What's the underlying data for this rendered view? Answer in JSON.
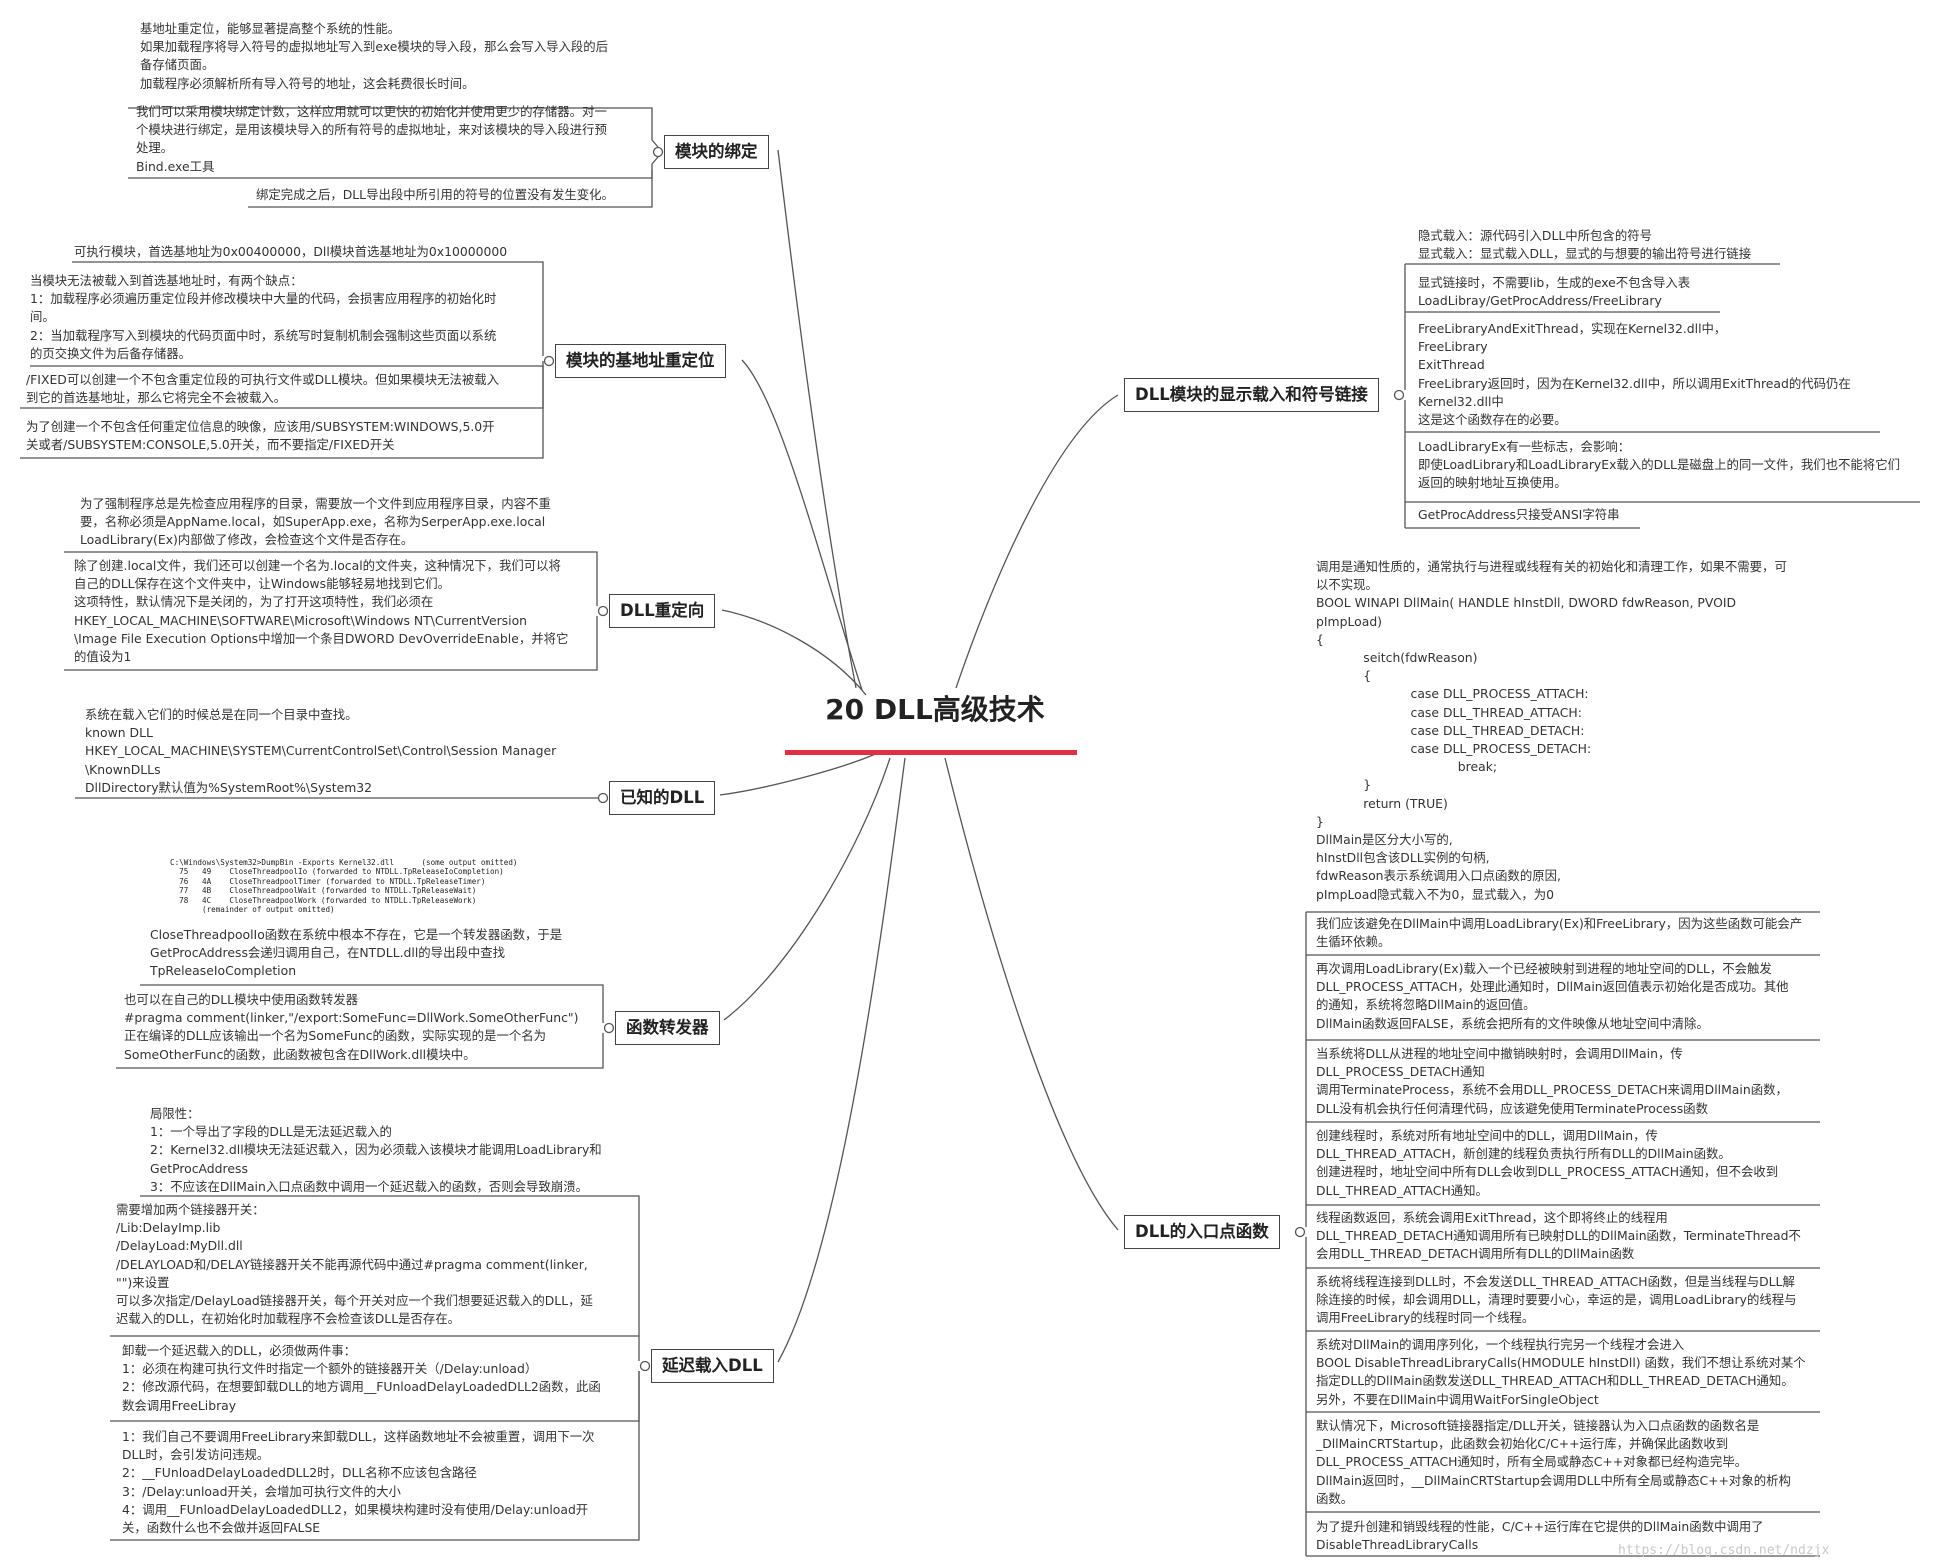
{
  "root": "20 DLL高级技术",
  "branches": {
    "binding": "模块的绑定",
    "rebase": "模块的基地址重定位",
    "redirect": "DLL重定向",
    "known": "已知的DLL",
    "forwarder": "函数转发器",
    "delay": "延迟载入DLL",
    "explicit": "DLL模块的显示载入和符号链接",
    "entry": "DLL的入口点函数"
  },
  "notes": {
    "binding": [
      "基地址重定位，能够显著提高整个系统的性能。\n如果加载程序将导入符号的虚拟地址写入到exe模块的导入段，那么会写入导入段的后\n备存储页面。\n加载程序必须解析所有导入符号的地址，这会耗费很长时间。",
      "我们可以采用模块绑定计数，这样应用就可以更快的初始化并使用更少的存储器。对一\n个模块进行绑定，是用该模块导入的所有符号的虚拟地址，来对该模块的导入段进行预\n处理。\nBind.exe工具",
      "绑定完成之后，DLL导出段中所引用的符号的位置没有发生变化。"
    ],
    "rebase": [
      "可执行模块，首选基地址为0x00400000，Dll模块首选基地址为0x10000000",
      "当模块无法被载入到首选基地址时，有两个缺点：\n1：加载程序必须遍历重定位段并修改模块中大量的代码，会损害应用程序的初始化时\n间。\n2：当加载程序写入到模块的代码页面中时，系统写时复制机制会强制这些页面以系统\n的页交换文件为后备存储器。",
      "/FIXED可以创建一个不包含重定位段的可执行文件或DLL模块。但如果模块无法被载入\n到它的首选基地址，那么它将完全不会被载入。",
      "为了创建一个不包含任何重定位信息的映像，应该用/SUBSYSTEM:WINDOWS,5.0开\n关或者/SUBSYSTEM:CONSOLE,5.0开关，而不要指定/FIXED开关"
    ],
    "redirect": [
      "为了强制程序总是先检查应用程序的目录，需要放一个文件到应用程序目录，内容不重\n要，名称必须是AppName.local，如SuperApp.exe，名称为SerperApp.exe.local\nLoadLibrary(Ex)内部做了修改，会检查这个文件是否存在。",
      "除了创建.local文件，我们还可以创建一个名为.local的文件夹，这种情况下，我们可以将\n自己的DLL保存在这个文件夹中，让Windows能够轻易地找到它们。\n这项特性，默认情况下是关闭的，为了打开这项特性，我们必须在\nHKEY_LOCAL_MACHINE\\SOFTWARE\\Microsoft\\Windows NT\\CurrentVersion\n\\Image File Execution Options中增加一个条目DWORD DevOverrideEnable，并将它\n的值设为1"
    ],
    "known": [
      "系统在载入它们的时候总是在同一个目录中查找。\nknown DLL\nHKEY_LOCAL_MACHINE\\SYSTEM\\CurrentControlSet\\Control\\Session Manager\n\\KnownDLLs\nDllDirectory默认值为%SystemRoot%\\System32"
    ],
    "forwarder": [
      "CloseThreadpoolIo函数在系统中根本不存在，它是一个转发器函数，于是\nGetProcAddress会递归调用自己，在NTDLL.dll的导出段中查找\nTpReleaseIoCompletion",
      "也可以在自己的DLL模块中使用函数转发器\n#pragma comment(linker,\"/export:SomeFunc=DllWork.SomeOtherFunc\")\n正在编译的DLL应该输出一个名为SomeFunc的函数，实际实现的是一个名为\nSomeOtherFunc的函数，此函数被包含在DllWork.dll模块中。"
    ],
    "forwarder_code": "C:\\Windows\\System32>DumpBin -Exports Kernel32.dll      (some output omitted)\n  75   49    CloseThreadpoolIo (forwarded to NTDLL.TpReleaseIoCompletion)\n  76   4A    CloseThreadpoolTimer (forwarded to NTDLL.TpReleaseTimer)\n  77   4B    CloseThreadpoolWait (forwarded to NTDLL.TpReleaseWait)\n  78   4C    CloseThreadpoolWork (forwarded to NTDLL.TpReleaseWork)\n       (remainder of output omitted)",
    "delay": [
      "局限性：\n1：一个导出了字段的DLL是无法延迟载入的\n2：Kernel32.dll模块无法延迟载入，因为必须载入该模块才能调用LoadLibrary和\nGetProcAddress\n3：不应该在DllMain入口点函数中调用一个延迟载入的函数，否则会导致崩溃。",
      "需要增加两个链接器开关：\n/Lib:DelayImp.lib\n/DelayLoad:MyDll.dll\n/DELAYLOAD和/DELAY链接器开关不能再源代码中通过#pragma comment(linker,\n\"\")来设置\n可以多次指定/DelayLoad链接器开关，每个开关对应一个我们想要延迟载入的DLL，延\n迟载入的DLL，在初始化时加载程序不会检查该DLL是否存在。",
      "卸载一个延迟载入的DLL，必须做两件事：\n1：必须在构建可执行文件时指定一个额外的链接器开关（/Delay:unload）\n2：修改源代码，在想要卸载DLL的地方调用__FUnloadDelayLoadedDLL2函数，此函\n数会调用FreeLibray",
      "1：我们自己不要调用FreeLibrary来卸载DLL，这样函数地址不会被重置，调用下一次\nDLL时，会引发访问违规。\n2：__FUnloadDelayLoadedDLL2时，DLL名称不应该包含路径\n3：/Delay:unload开关，会增加可执行文件的大小\n4：调用__FUnloadDelayLoadedDLL2，如果模块构建时没有使用/Delay:unload开\n关，函数什么也不会做并返回FALSE"
    ],
    "explicit": [
      "隐式载入：源代码引入DLL中所包含的符号\n显式载入：显式载入DLL，显式的与想要的输出符号进行链接",
      "显式链接时，不需要lib，生成的exe不包含导入表\nLoadLibray/GetProcAddress/FreeLibrary",
      "FreeLibraryAndExitThread，实现在Kernel32.dll中，\nFreeLibrary\nExitThread\nFreeLibrary返回时，因为在Kernel32.dll中，所以调用ExitThread的代码仍在\nKernel32.dll中\n这是这个函数存在的必要。",
      "LoadLibraryEx有一些标志，会影响：\n即使LoadLibrary和LoadLibraryEx载入的DLL是磁盘上的同一文件，我们也不能将它们\n返回的映射地址互换使用。",
      "GetProcAddress只接受ANSI字符串"
    ],
    "entry": [
      "调用是通知性质的，通常执行与进程或线程有关的初始化和清理工作，如果不需要，可\n以不实现。\nBOOL WINAPI DllMain( HANDLE hInstDll, DWORD fdwReason, PVOID\npImpLoad)\n{\n            seitch(fdwReason)\n            {\n                        case DLL_PROCESS_ATTACH:\n                        case DLL_THREAD_ATTACH:\n                        case DLL_THREAD_DETACH:\n                        case DLL_PROCESS_DETACH:\n                                    break;\n            }\n            return (TRUE)\n}\nDllMain是区分大小写的,\nhInstDll包含该DLL实例的句柄,\nfdwReason表示系统调用入口点函数的原因,\npImpLoad隐式载入不为0，显式载入，为0",
      "我们应该避免在DllMain中调用LoadLibrary(Ex)和FreeLibrary，因为这些函数可能会产\n生循环依赖。",
      "再次调用LoadLibrary(Ex)载入一个已经被映射到进程的地址空间的DLL，不会触发\nDLL_PROCESS_ATTACH，处理此通知时，DllMain返回值表示初始化是否成功。其他\n的通知，系统将忽略DllMain的返回值。\nDllMain函数返回FALSE，系统会把所有的文件映像从地址空间中清除。",
      "当系统将DLL从进程的地址空间中撤销映射时，会调用DllMain，传\nDLL_PROCESS_DETACH通知\n调用TerminateProcess，系统不会用DLL_PROCESS_DETACH来调用DllMain函数，\nDLL没有机会执行任何清理代码，应该避免使用TerminateProcess函数",
      "创建线程时，系统对所有地址空间中的DLL，调用DllMain，传\nDLL_THREAD_ATTACH，新创建的线程负责执行所有DLL的DllMain函数。\n创建进程时，地址空间中所有DLL会收到DLL_PROCESS_ATTACH通知，但不会收到\nDLL_THREAD_ATTACH通知。",
      "线程函数返回，系统会调用ExitThread，这个即将终止的线程用\nDLL_THREAD_DETACH通知调用所有已映射DLL的DllMain函数，TerminateThread不\n会用DLL_THREAD_DETACH调用所有DLL的DllMain函数",
      "系统将线程连接到DLL时，不会发送DLL_THREAD_ATTACH函数，但是当线程与DLL解\n除连接的时候，却会调用DLL，清理时要要小心，幸运的是，调用LoadLibrary的线程与\n调用FreeLibrary的线程时同一个线程。",
      "系统对DllMain的调用序列化，一个线程执行完另一个线程才会进入\nBOOL DisableThreadLibraryCalls(HMODULE hInstDll) 函数，我们不想让系统对某个\n指定DLL的DllMain函数发送DLL_THREAD_ATTACH和DLL_THREAD_DETACH通知。\n另外，不要在DllMain中调用WaitForSingleObject",
      "默认情况下，Microsoft链接器指定/DLL开关，链接器认为入口点函数的函数名是\n_DllMainCRTStartup，此函数会初始化C/C++运行库，并确保此函数收到\nDLL_PROCESS_ATTACH通知时，所有全局或静态C++对象都已经构造完毕。\nDllMain返回时，__DllMainCRTStartup会调用DLL中所有全局或静态C++对象的析构\n函数。",
      "为了提升创建和销毁线程的性能，C/C++运行库在它提供的DllMain函数中调用了\nDisableThreadLibraryCalls"
    ]
  },
  "watermark": "https://blog.csdn.net/ndzjx",
  "colors": {
    "root_underline": "#e03040",
    "line": "#555555"
  }
}
